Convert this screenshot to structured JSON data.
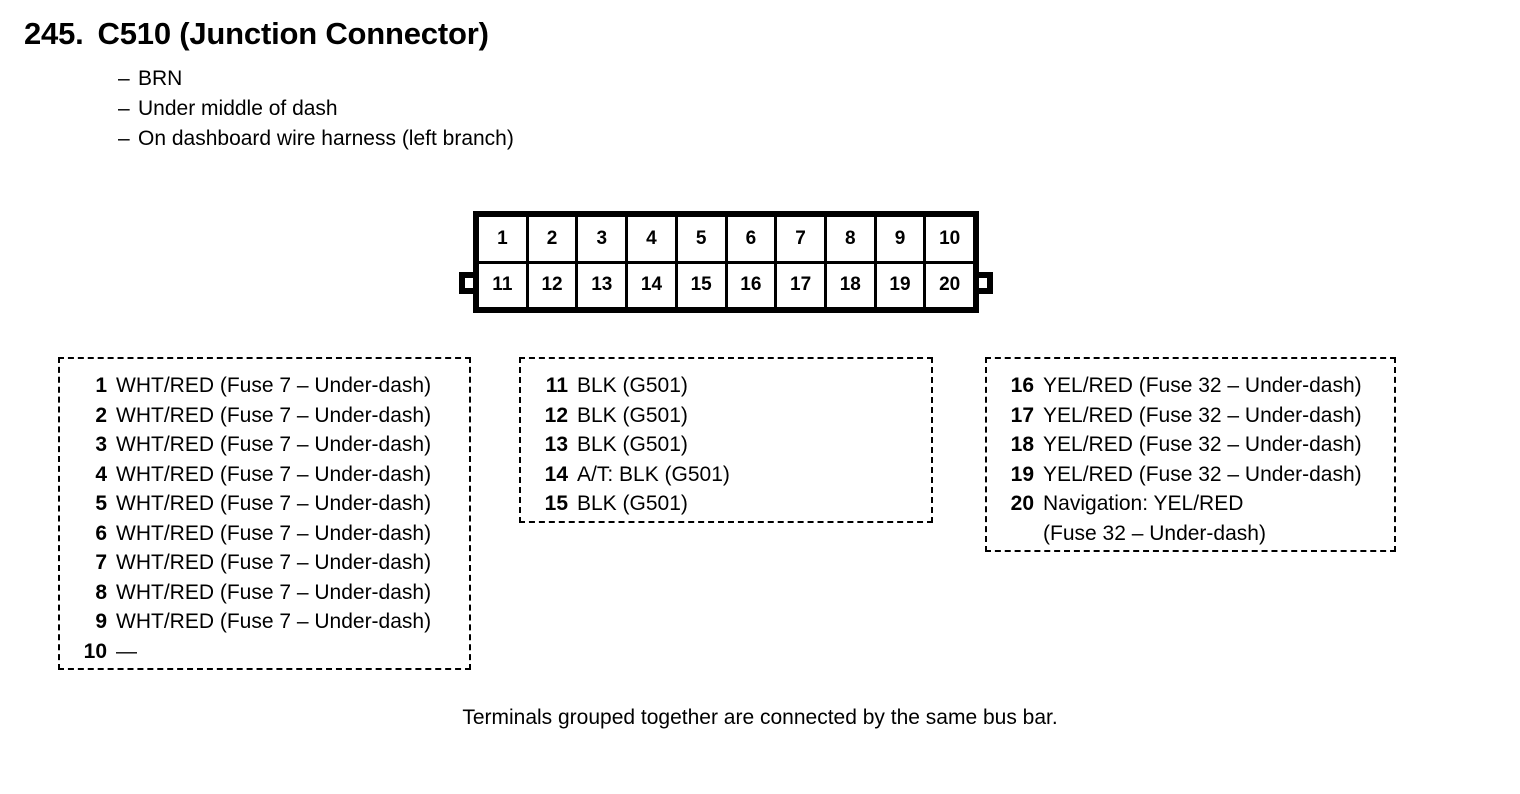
{
  "header": {
    "number": "245.",
    "title": "C510 (Junction Connector)",
    "bullet_glyph": "–",
    "descriptions": [
      "BRN",
      "Under middle of dash",
      "On dashboard wire harness (left branch)"
    ]
  },
  "connector": {
    "top_row": [
      "1",
      "2",
      "3",
      "4",
      "5",
      "6",
      "7",
      "8",
      "9",
      "10"
    ],
    "bottom_row": [
      "11",
      "12",
      "13",
      "14",
      "15",
      "16",
      "17",
      "18",
      "19",
      "20"
    ]
  },
  "pin_groups": [
    {
      "id": "group-left",
      "pins": [
        {
          "num": "1",
          "desc": "WHT/RED (Fuse 7 – Under-dash)"
        },
        {
          "num": "2",
          "desc": "WHT/RED (Fuse 7 – Under-dash)"
        },
        {
          "num": "3",
          "desc": "WHT/RED (Fuse 7 – Under-dash)"
        },
        {
          "num": "4",
          "desc": "WHT/RED (Fuse 7 – Under-dash)"
        },
        {
          "num": "5",
          "desc": "WHT/RED (Fuse 7 – Under-dash)"
        },
        {
          "num": "6",
          "desc": "WHT/RED (Fuse 7 – Under-dash)"
        },
        {
          "num": "7",
          "desc": "WHT/RED (Fuse 7 – Under-dash)"
        },
        {
          "num": "8",
          "desc": "WHT/RED (Fuse 7 – Under-dash)"
        },
        {
          "num": "9",
          "desc": "WHT/RED (Fuse 7 – Under-dash)"
        },
        {
          "num": "10",
          "desc": "—"
        }
      ]
    },
    {
      "id": "group-middle",
      "pins": [
        {
          "num": "11",
          "desc": "BLK (G501)"
        },
        {
          "num": "12",
          "desc": "BLK (G501)"
        },
        {
          "num": "13",
          "desc": "BLK (G501)"
        },
        {
          "num": "14",
          "desc": "A/T: BLK (G501)"
        },
        {
          "num": "15",
          "desc": "BLK (G501)"
        }
      ]
    },
    {
      "id": "group-right",
      "pins": [
        {
          "num": "16",
          "desc": "YEL/RED (Fuse 32 – Under-dash)"
        },
        {
          "num": "17",
          "desc": "YEL/RED (Fuse 32 – Under-dash)"
        },
        {
          "num": "18",
          "desc": "YEL/RED (Fuse 32 – Under-dash)"
        },
        {
          "num": "19",
          "desc": "YEL/RED (Fuse 32 – Under-dash)"
        },
        {
          "num": "20",
          "desc": "Navigation: YEL/RED",
          "desc_cont": "(Fuse 32 – Under-dash)"
        }
      ]
    }
  ],
  "footer": {
    "note": "Terminals grouped together are connected by the same bus bar."
  }
}
